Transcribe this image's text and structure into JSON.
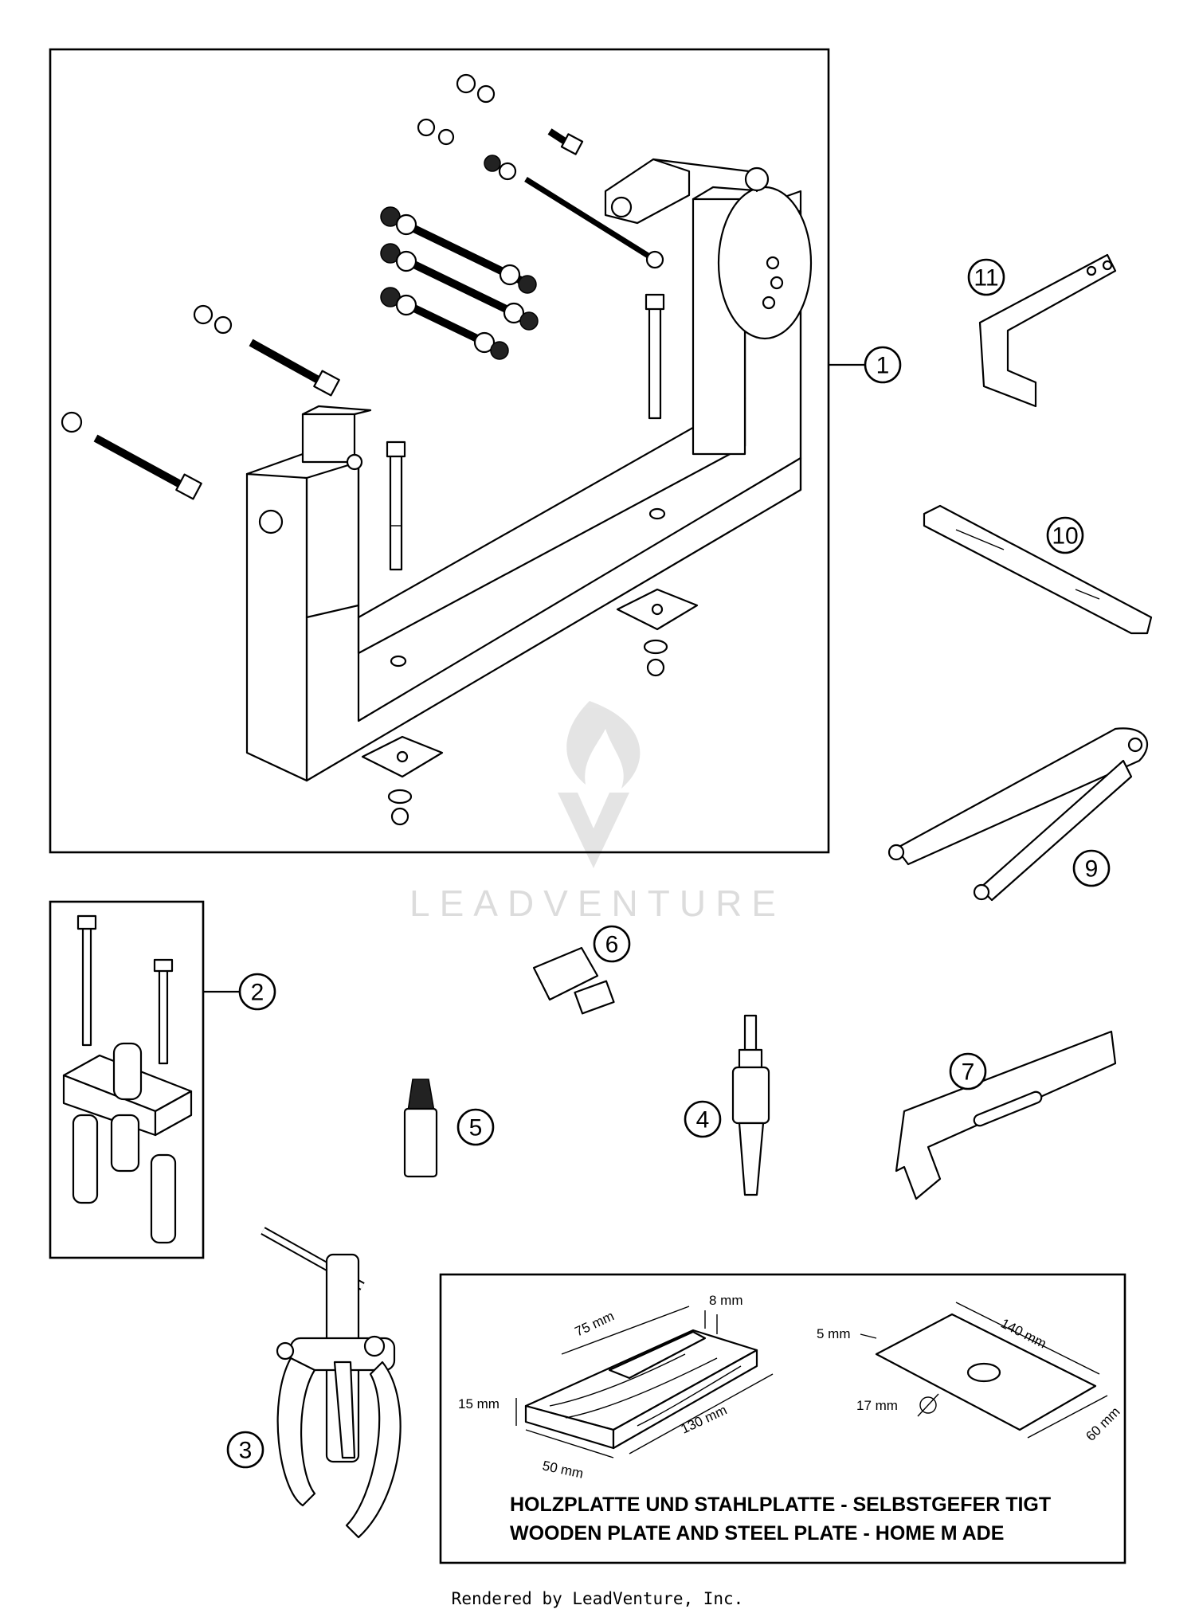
{
  "callouts": [
    "1",
    "2",
    "3",
    "4",
    "5",
    "6",
    "7",
    "9",
    "10",
    "11"
  ],
  "plate": {
    "wood_dims": [
      "8 mm",
      "75 mm",
      "15 mm",
      "130 mm",
      "50 mm"
    ],
    "steel_dims": [
      "5 mm",
      "140 mm",
      "17 mm",
      "60 mm"
    ],
    "caption_de": "HOLZPLATTE UND STAHLPLATTE - SELBSTGEFER TIGT",
    "caption_en": "WOODEN PLATE AND STEEL PLATE - HOME M ADE"
  },
  "watermark": "LEADVENTURE",
  "footer": "Rendered by LeadVenture, Inc."
}
